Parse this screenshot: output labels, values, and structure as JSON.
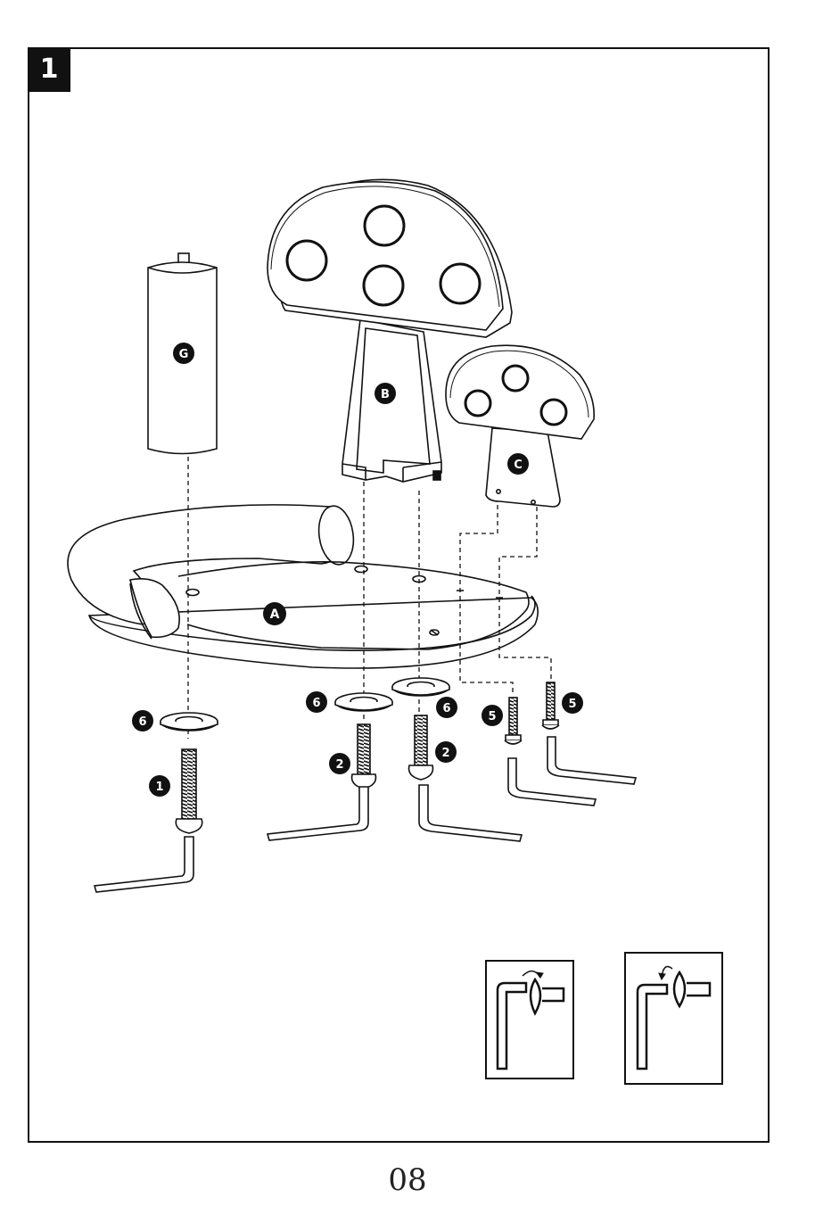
{
  "step": "1",
  "page_number": "08",
  "parts": {
    "G": "G",
    "B": "B",
    "C": "C",
    "A": "A"
  },
  "hardware": {
    "bolt_long": "1",
    "bolt_medium": "2",
    "bolt_short": "5",
    "washer": "6"
  },
  "colors": {
    "ink": "#111111",
    "paper": "#ffffff"
  }
}
